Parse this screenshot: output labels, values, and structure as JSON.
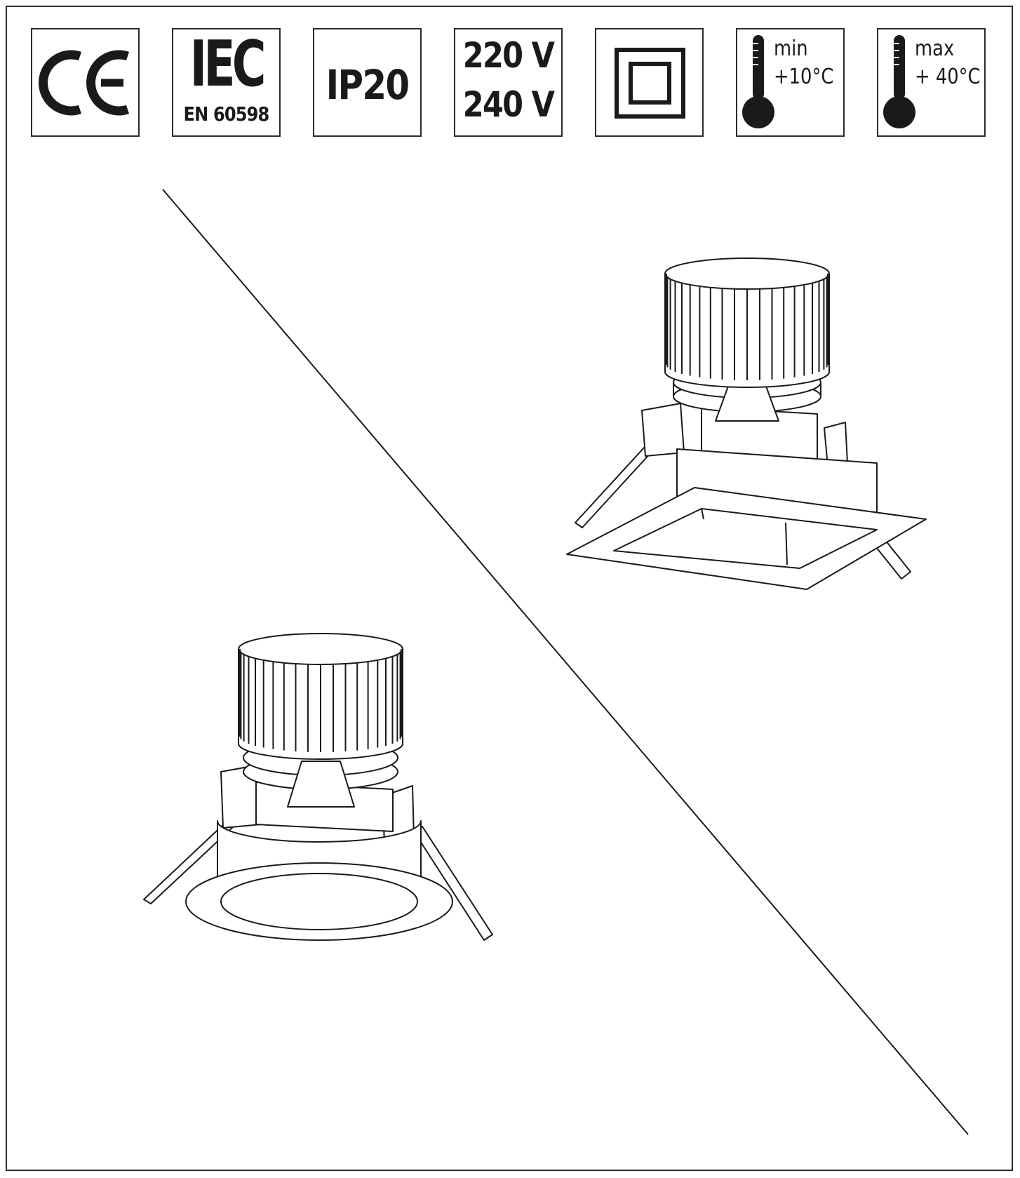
{
  "badges": {
    "ce": {
      "label": "CE"
    },
    "iec": {
      "main": "IEC",
      "standard": "EN 60598"
    },
    "ip": {
      "rating": "IP20"
    },
    "voltage": {
      "line1": "220 V",
      "line2": "240 V"
    },
    "class2": {
      "icon": "double-square-icon"
    },
    "temp_min": {
      "label": "min",
      "value": "+10°C",
      "icon": "thermometer-icon"
    },
    "temp_max": {
      "label": "max",
      "value": "+ 40°C",
      "icon": "thermometer-icon"
    }
  },
  "products": [
    {
      "name": "square-recessed-downlight",
      "shape": "square"
    },
    {
      "name": "round-recessed-downlight",
      "shape": "round"
    }
  ],
  "colors": {
    "line": "#1a1a1a",
    "background": "#ffffff"
  }
}
